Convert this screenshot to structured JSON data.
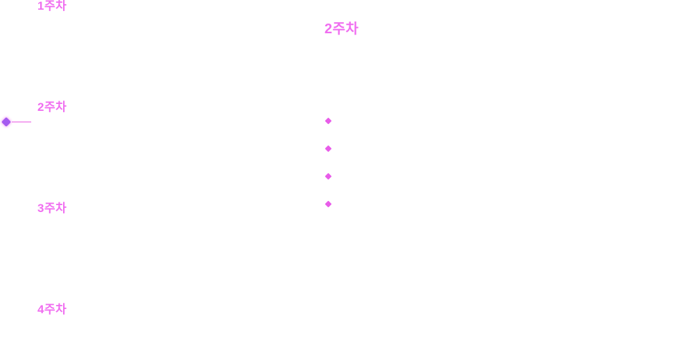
{
  "colors": {
    "background": "#ffffff",
    "accent": "#f06ef0",
    "marker": "#a55bf0",
    "line": "#f3a6f0",
    "bullet": "#e85ce9"
  },
  "timeline": {
    "items": [
      {
        "label": "1주차"
      },
      {
        "label": "2주차"
      },
      {
        "label": "3주차"
      },
      {
        "label": "4주차"
      }
    ]
  },
  "main": {
    "title": "2주차",
    "bullets": [
      {
        "label": ""
      },
      {
        "label": ""
      },
      {
        "label": ""
      },
      {
        "label": ""
      }
    ]
  }
}
